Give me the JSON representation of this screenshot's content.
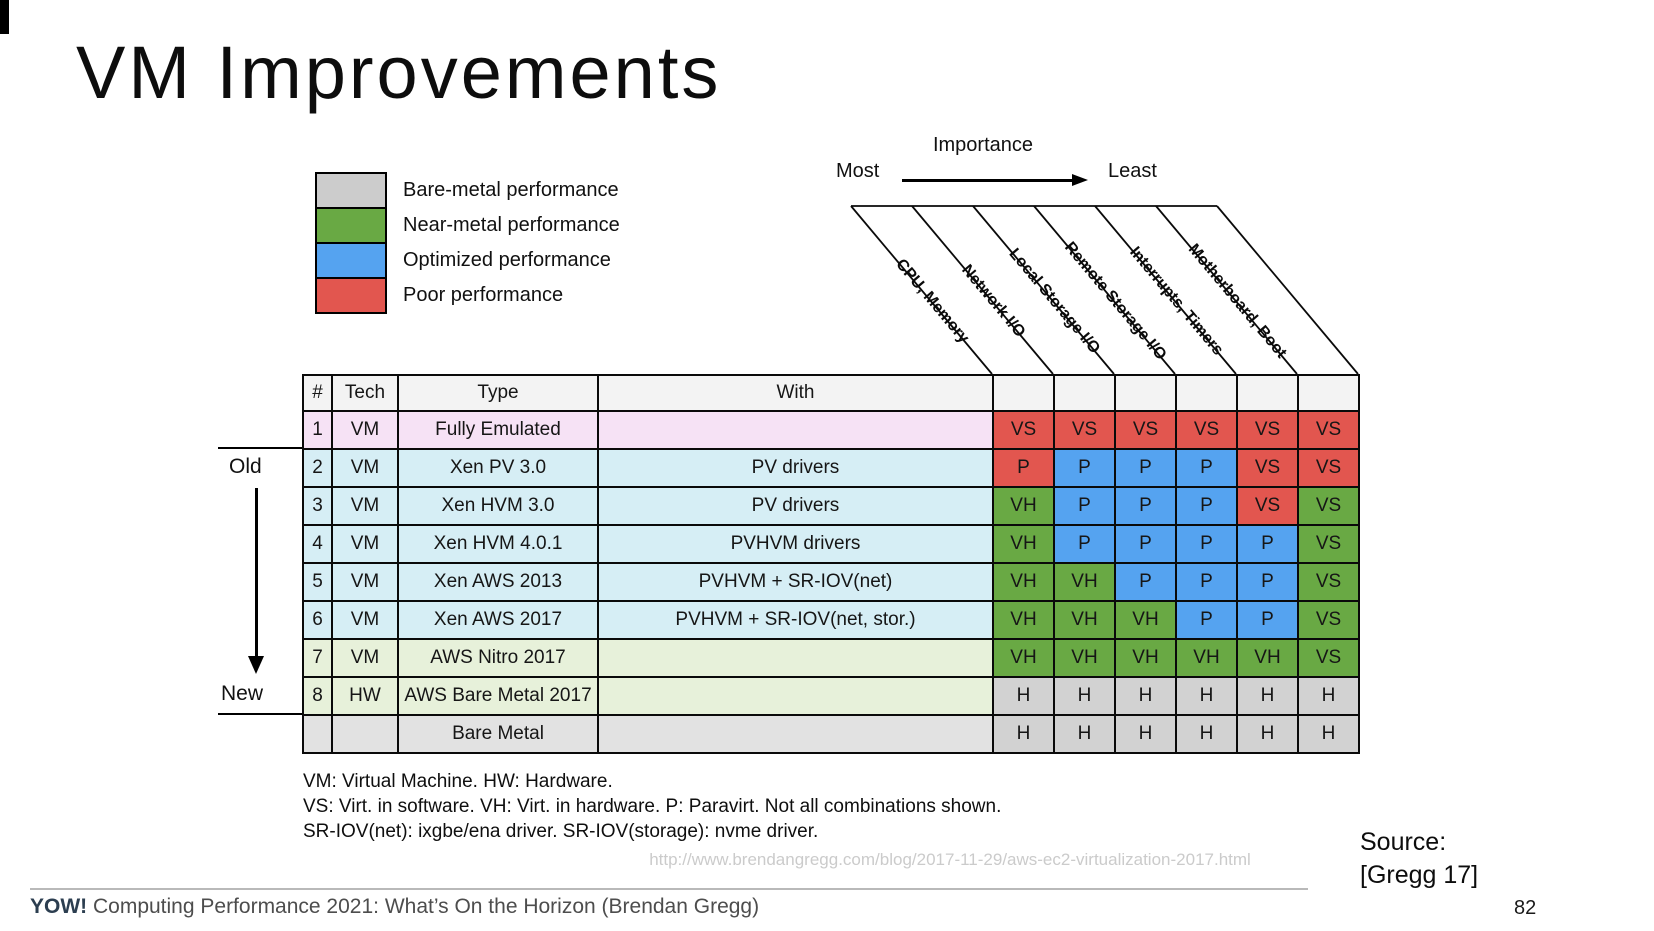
{
  "slide": {
    "title": "VM Improvements",
    "page_number": "82"
  },
  "legend": {
    "items": [
      {
        "label": "Bare-metal performance",
        "color": "#cccccc"
      },
      {
        "label": "Near-metal performance",
        "color": "#69a944"
      },
      {
        "label": "Optimized performance",
        "color": "#55a3f0"
      },
      {
        "label": "Poor performance",
        "color": "#e2564f"
      }
    ]
  },
  "importance": {
    "title": "Importance",
    "most": "Most",
    "least": "Least"
  },
  "timeline": {
    "old": "Old",
    "new": "New"
  },
  "notes": [
    "VM: Virtual Machine. HW: Hardware.",
    "VS: Virt. in software. VH: Virt. in hardware. P: Paravirt. Not all combinations shown.",
    "SR-IOV(net): ixgbe/ena driver. SR-IOV(storage): nvme driver."
  ],
  "watermark": {
    "url": "http://www.brendangregg.com/blog/2017-11-29/aws-ec2-virtualization-2017.html"
  },
  "source": {
    "line1": "Source:",
    "line2": "[Gregg 17]"
  },
  "footer": {
    "brand": "YOW!",
    "text": " Computing Performance 2021: What’s On the Horizon (Brendan Gregg)"
  },
  "chart_data": {
    "type": "heatmap",
    "title": "VM Improvements",
    "row_header_columns": [
      "#",
      "Tech",
      "Type",
      "With"
    ],
    "columns": [
      "CPU, Memory",
      "Network I/O",
      "Local Storage I/O",
      "Remote Storage I/O",
      "Interrupts, Timers",
      "Motherboard, Boot"
    ],
    "importance_axis": {
      "label": "Importance",
      "from": "Most",
      "to": "Least"
    },
    "age_axis": {
      "from": "Old",
      "to": "New"
    },
    "legend_position": "top-left",
    "cell_colors": {
      "red": "#e2564f",
      "blue": "#55a3f0",
      "green": "#69a944",
      "gray": "#d2d2d2"
    },
    "rating_by_color": {
      "gray": "Bare-metal performance",
      "green": "Near-metal performance",
      "blue": "Optimized performance",
      "red": "Poor performance"
    },
    "row_tints": {
      "pink": "#f6e2f5",
      "cyan": "#d6eef5",
      "green": "#e7f1da",
      "gray": "#e2e2e2"
    },
    "rows": [
      {
        "num": "1",
        "tech": "VM",
        "type": "Fully Emulated",
        "with": "",
        "tint": "pink",
        "cells": [
          {
            "v": "VS",
            "c": "red"
          },
          {
            "v": "VS",
            "c": "red"
          },
          {
            "v": "VS",
            "c": "red"
          },
          {
            "v": "VS",
            "c": "red"
          },
          {
            "v": "VS",
            "c": "red"
          },
          {
            "v": "VS",
            "c": "red"
          }
        ]
      },
      {
        "num": "2",
        "tech": "VM",
        "type": "Xen PV 3.0",
        "with": "PV drivers",
        "tint": "cyan",
        "cells": [
          {
            "v": "P",
            "c": "red"
          },
          {
            "v": "P",
            "c": "blue"
          },
          {
            "v": "P",
            "c": "blue"
          },
          {
            "v": "P",
            "c": "blue"
          },
          {
            "v": "VS",
            "c": "red"
          },
          {
            "v": "VS",
            "c": "red"
          }
        ]
      },
      {
        "num": "3",
        "tech": "VM",
        "type": "Xen HVM 3.0",
        "with": "PV drivers",
        "tint": "cyan",
        "cells": [
          {
            "v": "VH",
            "c": "green"
          },
          {
            "v": "P",
            "c": "blue"
          },
          {
            "v": "P",
            "c": "blue"
          },
          {
            "v": "P",
            "c": "blue"
          },
          {
            "v": "VS",
            "c": "red"
          },
          {
            "v": "VS",
            "c": "green"
          }
        ]
      },
      {
        "num": "4",
        "tech": "VM",
        "type": "Xen HVM 4.0.1",
        "with": "PVHVM drivers",
        "tint": "cyan",
        "cells": [
          {
            "v": "VH",
            "c": "green"
          },
          {
            "v": "P",
            "c": "blue"
          },
          {
            "v": "P",
            "c": "blue"
          },
          {
            "v": "P",
            "c": "blue"
          },
          {
            "v": "P",
            "c": "blue"
          },
          {
            "v": "VS",
            "c": "green"
          }
        ]
      },
      {
        "num": "5",
        "tech": "VM",
        "type": "Xen AWS 2013",
        "with": "PVHVM + SR-IOV(net)",
        "tint": "cyan",
        "cells": [
          {
            "v": "VH",
            "c": "green"
          },
          {
            "v": "VH",
            "c": "green"
          },
          {
            "v": "P",
            "c": "blue"
          },
          {
            "v": "P",
            "c": "blue"
          },
          {
            "v": "P",
            "c": "blue"
          },
          {
            "v": "VS",
            "c": "green"
          }
        ]
      },
      {
        "num": "6",
        "tech": "VM",
        "type": "Xen AWS 2017",
        "with": "PVHVM + SR-IOV(net, stor.)",
        "tint": "cyan",
        "cells": [
          {
            "v": "VH",
            "c": "green"
          },
          {
            "v": "VH",
            "c": "green"
          },
          {
            "v": "VH",
            "c": "green"
          },
          {
            "v": "P",
            "c": "blue"
          },
          {
            "v": "P",
            "c": "blue"
          },
          {
            "v": "VS",
            "c": "green"
          }
        ]
      },
      {
        "num": "7",
        "tech": "VM",
        "type": "AWS Nitro 2017",
        "with": "",
        "tint": "green",
        "cells": [
          {
            "v": "VH",
            "c": "green"
          },
          {
            "v": "VH",
            "c": "green"
          },
          {
            "v": "VH",
            "c": "green"
          },
          {
            "v": "VH",
            "c": "green"
          },
          {
            "v": "VH",
            "c": "green"
          },
          {
            "v": "VS",
            "c": "green"
          }
        ]
      },
      {
        "num": "8",
        "tech": "HW",
        "type": "AWS Bare Metal 2017",
        "with": "",
        "tint": "green",
        "cells": [
          {
            "v": "H",
            "c": "gray"
          },
          {
            "v": "H",
            "c": "gray"
          },
          {
            "v": "H",
            "c": "gray"
          },
          {
            "v": "H",
            "c": "gray"
          },
          {
            "v": "H",
            "c": "gray"
          },
          {
            "v": "H",
            "c": "gray"
          }
        ]
      },
      {
        "num": "",
        "tech": "",
        "type": "Bare Metal",
        "with": "",
        "tint": "gray",
        "cells": [
          {
            "v": "H",
            "c": "gray"
          },
          {
            "v": "H",
            "c": "gray"
          },
          {
            "v": "H",
            "c": "gray"
          },
          {
            "v": "H",
            "c": "gray"
          },
          {
            "v": "H",
            "c": "gray"
          },
          {
            "v": "H",
            "c": "gray"
          }
        ]
      }
    ]
  }
}
